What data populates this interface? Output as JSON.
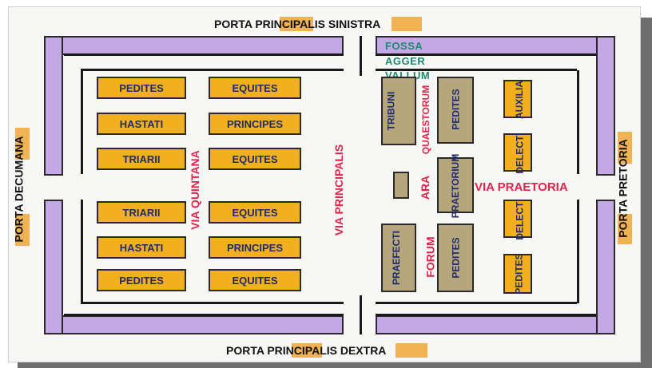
{
  "gates": {
    "top": "PORTA PRINCIPALIS SINISTRA",
    "bottom": "PORTA PRINCIPALIS DEXTRA",
    "left": "PORTA DECUMANA",
    "right": "PORTA PRETORIA"
  },
  "defenses": [
    "FOSSA",
    "AGGER",
    "VALLUM"
  ],
  "roads": {
    "quintana": "VIA QUINTANA",
    "principalis": "VIA PRINCIPALIS",
    "praetoria": "VIA PRAETORIA"
  },
  "left_units": {
    "col1": [
      "PEDITES",
      "HASTATI",
      "TRIARII",
      "TRIARII",
      "HASTATI",
      "PEDITES"
    ],
    "col2": [
      "EQUITES",
      "PRINCIPES",
      "EQUITES",
      "EQUITES",
      "PRINCIPES",
      "EQUITES"
    ]
  },
  "right_units": {
    "tribuni": "TRIBUNI",
    "quaestorum": "QUAESTORUM",
    "pedites_top": "PEDITES",
    "auxilia": "AUXILIA",
    "praetorium": "PRAETORIUM",
    "delecti_1": "DELECTI",
    "ara": "ARA",
    "delecti_2": "DELECTI",
    "praefecti": "PRAEFECTI",
    "forum": "FORUM",
    "pedites_mid": "PEDITES",
    "pedites_right": "PEDITES"
  },
  "colors": {
    "wall": "#c4a8e6",
    "unit": "#f2b01e",
    "command": "#b5a77b",
    "road_label": "#e0244c",
    "unit_text": "#1f2a6e",
    "defense_text": "#1f8a6e"
  }
}
